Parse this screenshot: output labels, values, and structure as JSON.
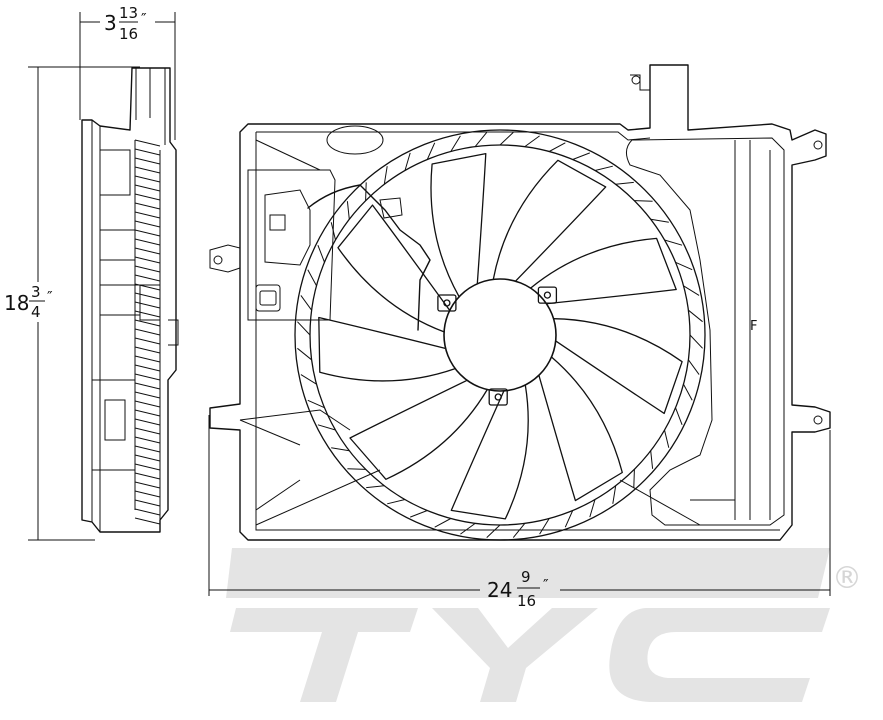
{
  "dimensions": {
    "depth": {
      "whole": "3",
      "numerator": "13",
      "denominator": "16",
      "unit": "″"
    },
    "height": {
      "whole": "18",
      "numerator": "3",
      "denominator": "4",
      "unit": "″"
    },
    "width": {
      "whole": "24",
      "numerator": "9",
      "denominator": "16",
      "unit": "″"
    }
  },
  "labels": {
    "filter_mark": "F"
  },
  "watermark": {
    "text": "TYC",
    "registered": "®",
    "color": "#e3e3e3"
  }
}
